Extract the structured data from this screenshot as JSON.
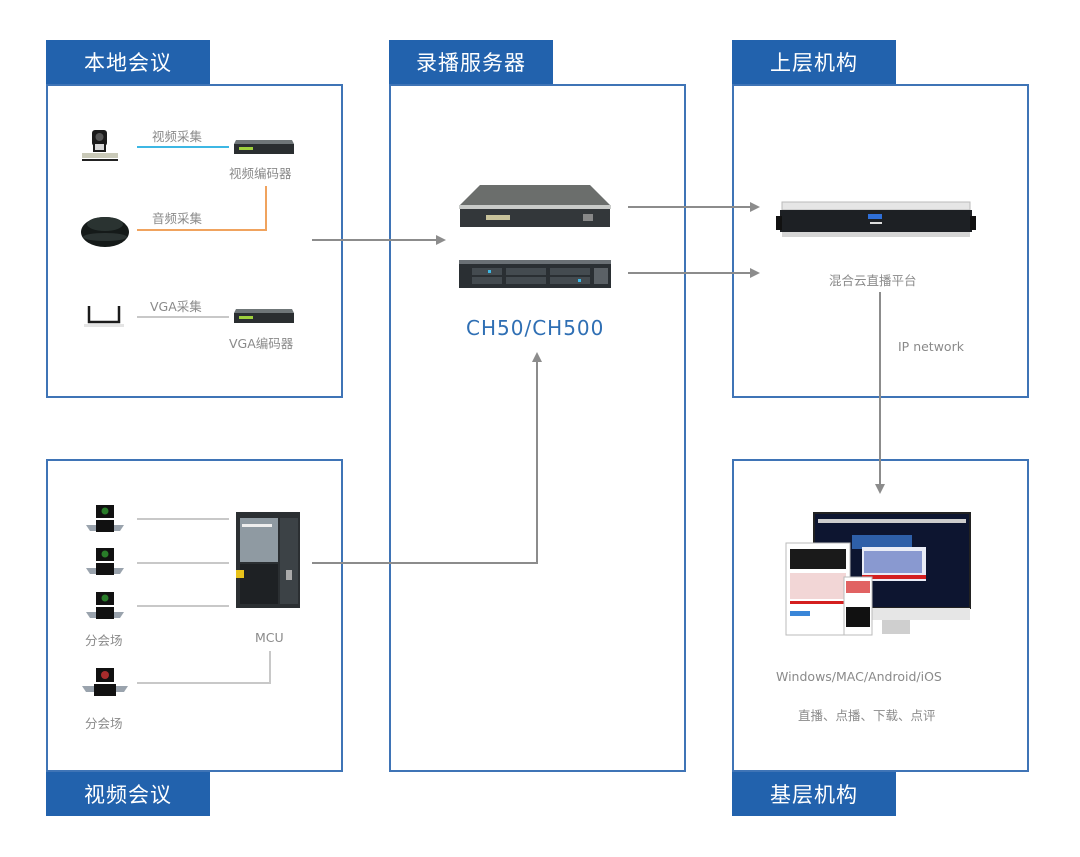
{
  "panels": {
    "local_meeting": {
      "tab": "本地会议",
      "labels": {
        "video_capture": "视频采集",
        "video_encoder": "视频编码器",
        "audio_capture": "音频采集",
        "vga_capture": "VGA采集",
        "vga_encoder": "VGA编码器"
      }
    },
    "recording_server": {
      "tab": "录播服务器",
      "model": "CH50/CH500"
    },
    "upper_org": {
      "tab": "上层机构",
      "platform": "混合云直播平台",
      "network": "IP network"
    },
    "video_conference": {
      "tab": "视频会议",
      "branch_label": "分会场",
      "mcu_label": "MCU"
    },
    "grassroots_org": {
      "tab": "基层机构",
      "platforms": "Windows/MAC/Android/iOS",
      "functions": "直播、点播、下载、点评"
    }
  },
  "colors": {
    "panel_border": "#3f74b6",
    "tab_fill": "#2262ad",
    "model_text": "#2f6fb4",
    "video_line": "#3db7e4",
    "audio_line": "#f0a35e",
    "connector": "#8c8c8c",
    "thin_line": "#c8c8c8"
  }
}
